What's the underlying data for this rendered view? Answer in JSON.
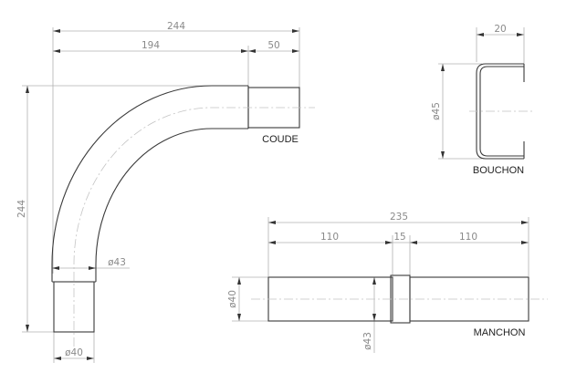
{
  "drawing": {
    "coude": {
      "label": "COUDE",
      "dimensions": {
        "overall_width": "244",
        "bend_width": "194",
        "sleeve_length": "50",
        "overall_height": "244",
        "outer_diameter": "ø43",
        "sleeve_diameter": "ø40"
      }
    },
    "bouchon": {
      "label": "BOUCHON",
      "dimensions": {
        "depth": "20",
        "diameter": "ø45"
      }
    },
    "manchon": {
      "label": "MANCHON",
      "dimensions": {
        "overall_length": "235",
        "left_length": "110",
        "collar_length": "15",
        "right_length": "110",
        "sleeve_diameter": "ø40",
        "collar_diameter": "ø43"
      }
    }
  },
  "colors": {
    "outline": "#3a3a3a",
    "dimension_line": "#b0b0b0",
    "dimension_text": "#8a8a8a",
    "label_text": "#222222"
  }
}
